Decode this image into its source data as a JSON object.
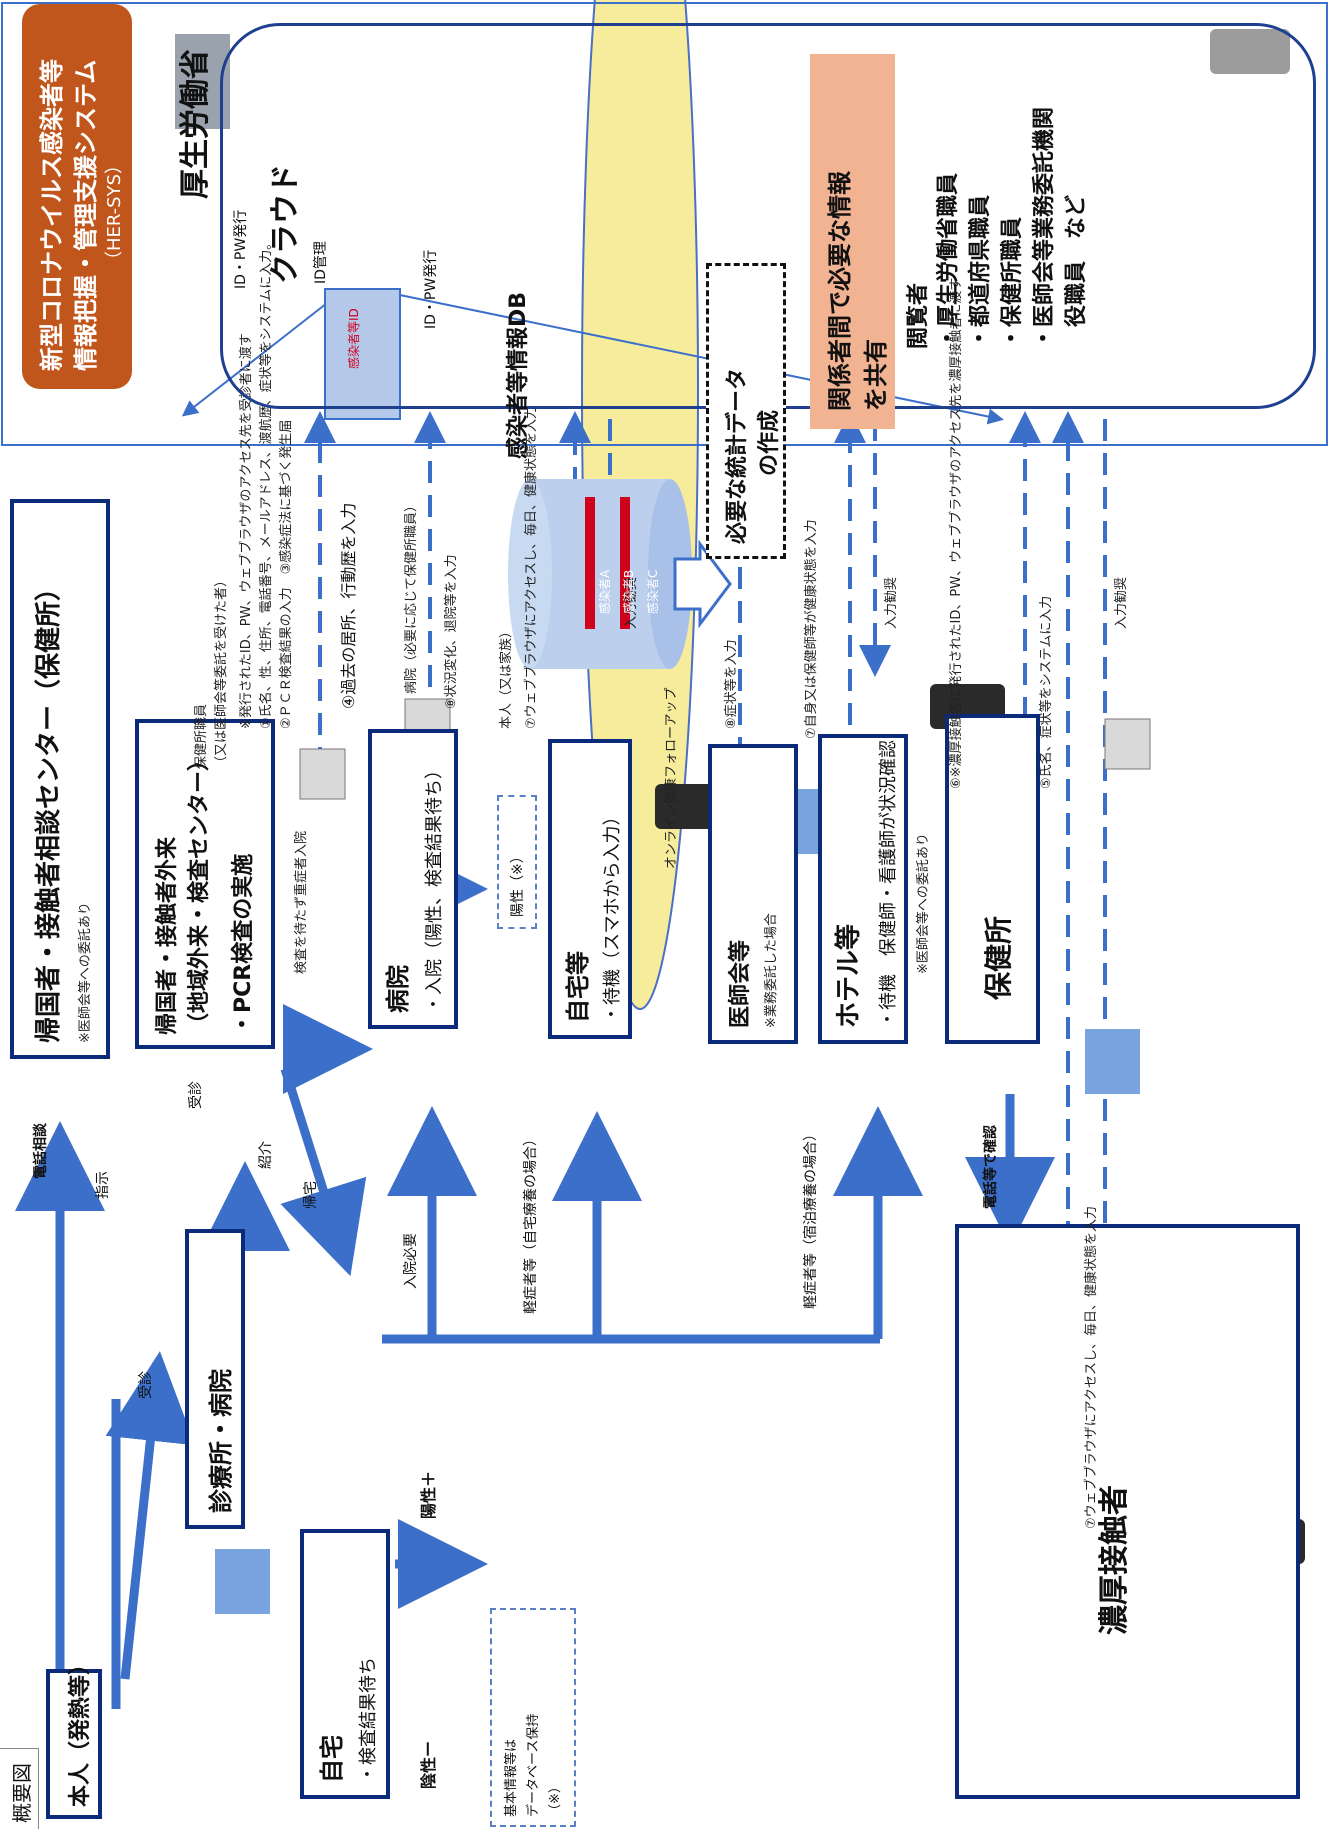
{
  "caption": "概要図",
  "person": {
    "label": "本人（発熱等）"
  },
  "flows": {
    "call": "電話相談",
    "instruct": "指示",
    "visit1": "受診",
    "visit2": "受診",
    "refer": "紹介",
    "home": "帰宅",
    "severe": "検査を待たず重症者入院",
    "need_admit": "入院必要",
    "mild_home": "軽症者等（自宅療養の場合）",
    "mild_hotel": "軽症者等（宿泊療養の場合）",
    "phone_confirm": "電話等で確認"
  },
  "clinic": {
    "label": "診療所・病院"
  },
  "home_wait": {
    "title": "自宅",
    "sub": "・検査結果待ち"
  },
  "labels": {
    "negative": "陰性ー",
    "positive": "陽性＋"
  },
  "db_note": {
    "line1": "基本情報等は",
    "line2": "データベース保持",
    "mark": "（※）"
  },
  "consult": {
    "title": "帰国者・接触者相談センター（保健所）",
    "note": "※医師会等への委託あり"
  },
  "outpatient": {
    "title": "帰国者・接触者外来",
    "sub": "（地域外来・検査センター）",
    "pcr": "・PCR検査の実施"
  },
  "hospital": {
    "title": "病院",
    "sub": "・入院（陽性、検査結果待ち）"
  },
  "positive_note": "陽性（※）",
  "home_isolation": {
    "title": "自宅等",
    "sub": "・待機（スマホから入力）"
  },
  "online_followup": "オンライン健康フォローアップ",
  "medical_assoc": {
    "title": "医師会等",
    "note": "※業務委託した場合"
  },
  "hotel": {
    "title": "ホテル等",
    "sub": "・待機　保健師・看護師が状況確認",
    "note": "※医師会等への委託あり"
  },
  "health_center": {
    "title": "保健所"
  },
  "close_contact": {
    "title": "濃厚接触者"
  },
  "notes": {
    "hc_staff": "保健所職員",
    "hc_staff_sub": "（又は医師会等委託を受けた者）",
    "n1": "※発行されたID、PW、ウェブブラウザのアクセス先を受診者に渡す",
    "n2": "①氏名、性、住所、電話番号、メールアドレス、渡航歴、症状等をシステムに入力。",
    "n3": "②ＰＣＲ検査結果の入力　③感染症法に基づく発生届",
    "n4": "④過去の居所、行動歴を入力",
    "hospital_staff": "病院（必要に応じて保健所職員）",
    "n8a": "⑧状況変化、退院等を入力",
    "self": "本人（又は家族）",
    "n7a": "⑦ウェブブラウザにアクセスし、毎日、健康状態を入力",
    "input_reminder": "入力勧奨",
    "n8b": "⑧症状等を入力",
    "n7b": "⑦自身又は保健師等が健康状態を入力",
    "n6": "⑥※濃厚接触者に発行されたID、PW、ウェブブラウザのアクセス先を濃厚接触者に渡す",
    "n5": "⑤氏名、症状等をシステムに入力",
    "n5b": "",
    "n7c": "⑦ウェブブラウザにアクセスし、毎日、健康状態を入力"
  },
  "system": {
    "line1": "新型コロナウイルス感染者等",
    "line2": "情報把握・管理支援システム",
    "line3": "（HER-SYS）"
  },
  "mhlw": "厚生労働省",
  "cloud": {
    "title": "クラウド",
    "id_mgmt": "ID管理",
    "id_card": "感染者等ID",
    "id_issue": "ID・PW発行",
    "db_name": "感染者等情報DB",
    "db_rec1": "感染者A",
    "db_rec2": "感染者B",
    "db_rec3": "感染者C",
    "stats1": "必要な統計データ",
    "stats2": "の作成"
  },
  "share": {
    "line1": "関係者間で必要な情報",
    "line2": "を共有"
  },
  "viewers": {
    "title": "閲覧者",
    "v1": "・厚生労働省職員",
    "v2": "・都道府県職員",
    "v3": "・保健所職員",
    "v4": "・医師会等業務委託機関",
    "v5": "　役職員　など"
  }
}
